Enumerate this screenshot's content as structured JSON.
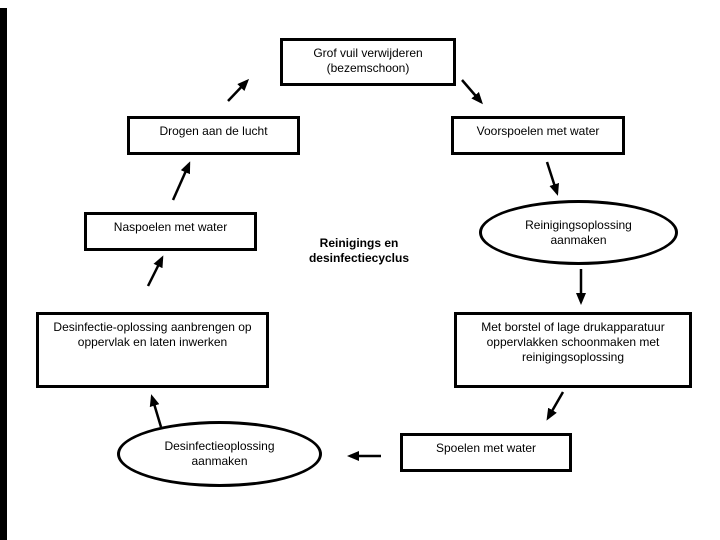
{
  "page": {
    "background_color": "#ffffff",
    "line_color": "#000000"
  },
  "diagram": {
    "center_title": "Reinigings en desinfectiecyclus",
    "nodes": [
      {
        "id": "grof-vuil",
        "shape": "rect",
        "label": "Grof vuil verwijderen (bezemschoon)"
      },
      {
        "id": "drogen",
        "shape": "rect",
        "label": "Drogen aan de lucht"
      },
      {
        "id": "voorspoelen",
        "shape": "rect",
        "label": "Voorspoelen met water"
      },
      {
        "id": "naspoelen",
        "shape": "rect",
        "label": "Naspoelen met water"
      },
      {
        "id": "reinigingsoplossing",
        "shape": "ellipse",
        "label": "Reinigingsoplossing aanmaken"
      },
      {
        "id": "desinfectie-aanbrengen",
        "shape": "rect",
        "label": "Desinfectie-oplossing aanbrengen op oppervlak en laten inwerken"
      },
      {
        "id": "borstel",
        "shape": "rect",
        "label": "Met borstel of lage drukapparatuur oppervlakken schoonmaken met reinigingsoplossing"
      },
      {
        "id": "desinfectieoplossing",
        "shape": "ellipse",
        "label": "Desinfectieoplossing aanmaken"
      },
      {
        "id": "spoelen",
        "shape": "rect",
        "label": "Spoelen met water"
      }
    ],
    "arrows": [
      {
        "from": "drogen",
        "to": "grof-vuil"
      },
      {
        "from": "grof-vuil",
        "to": "voorspoelen"
      },
      {
        "from": "voorspoelen",
        "to": "reinigingsoplossing"
      },
      {
        "from": "reinigingsoplossing",
        "to": "borstel"
      },
      {
        "from": "borstel",
        "to": "spoelen"
      },
      {
        "from": "spoelen",
        "to": "desinfectieoplossing"
      },
      {
        "from": "desinfectieoplossing",
        "to": "desinfectie-aanbrengen"
      },
      {
        "from": "desinfectie-aanbrengen",
        "to": "naspoelen"
      },
      {
        "from": "naspoelen",
        "to": "drogen"
      }
    ]
  }
}
